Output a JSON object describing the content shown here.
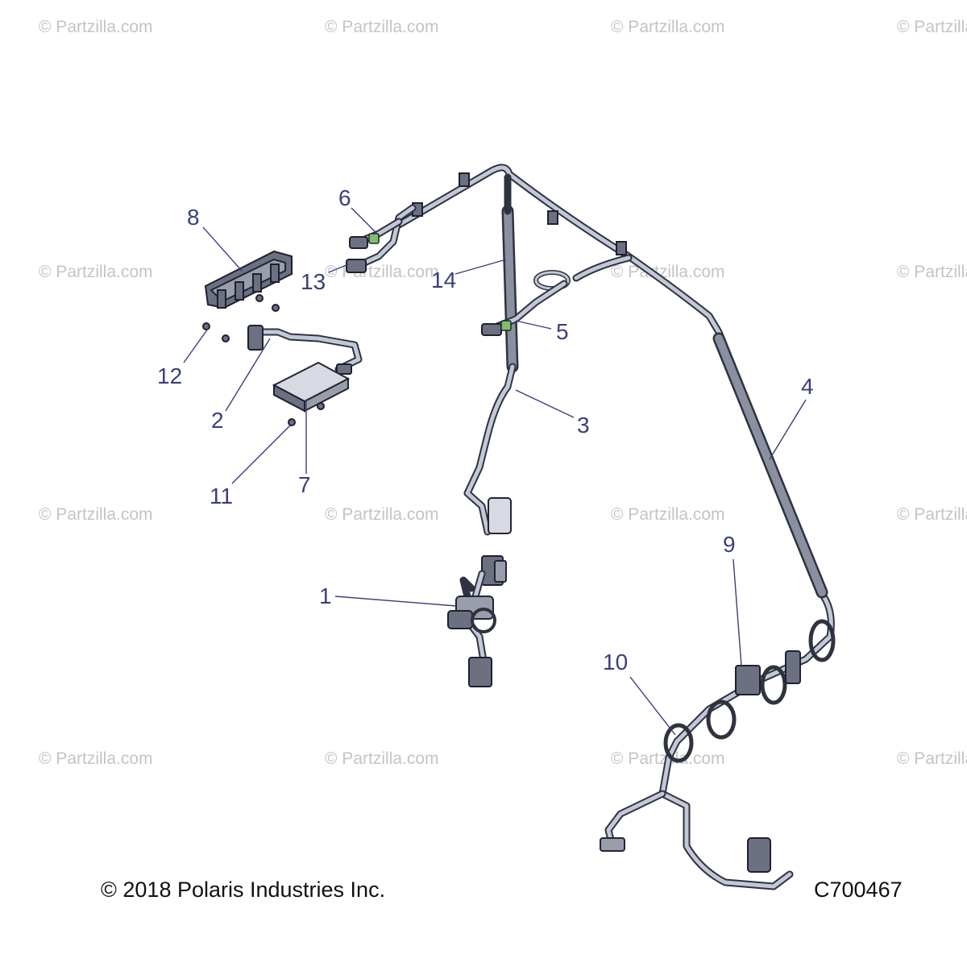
{
  "watermark": "© Partzilla.com",
  "callouts": {
    "c1": "1",
    "c2": "2",
    "c3": "3",
    "c4": "4",
    "c5": "5",
    "c6": "6",
    "c7": "7",
    "c8": "8",
    "c9": "9",
    "c10": "10",
    "c11": "11",
    "c12": "12",
    "c13": "13",
    "c14": "14"
  },
  "footer": {
    "copyright": "© 2018 Polaris Industries Inc.",
    "drawing_code": "C700467"
  }
}
